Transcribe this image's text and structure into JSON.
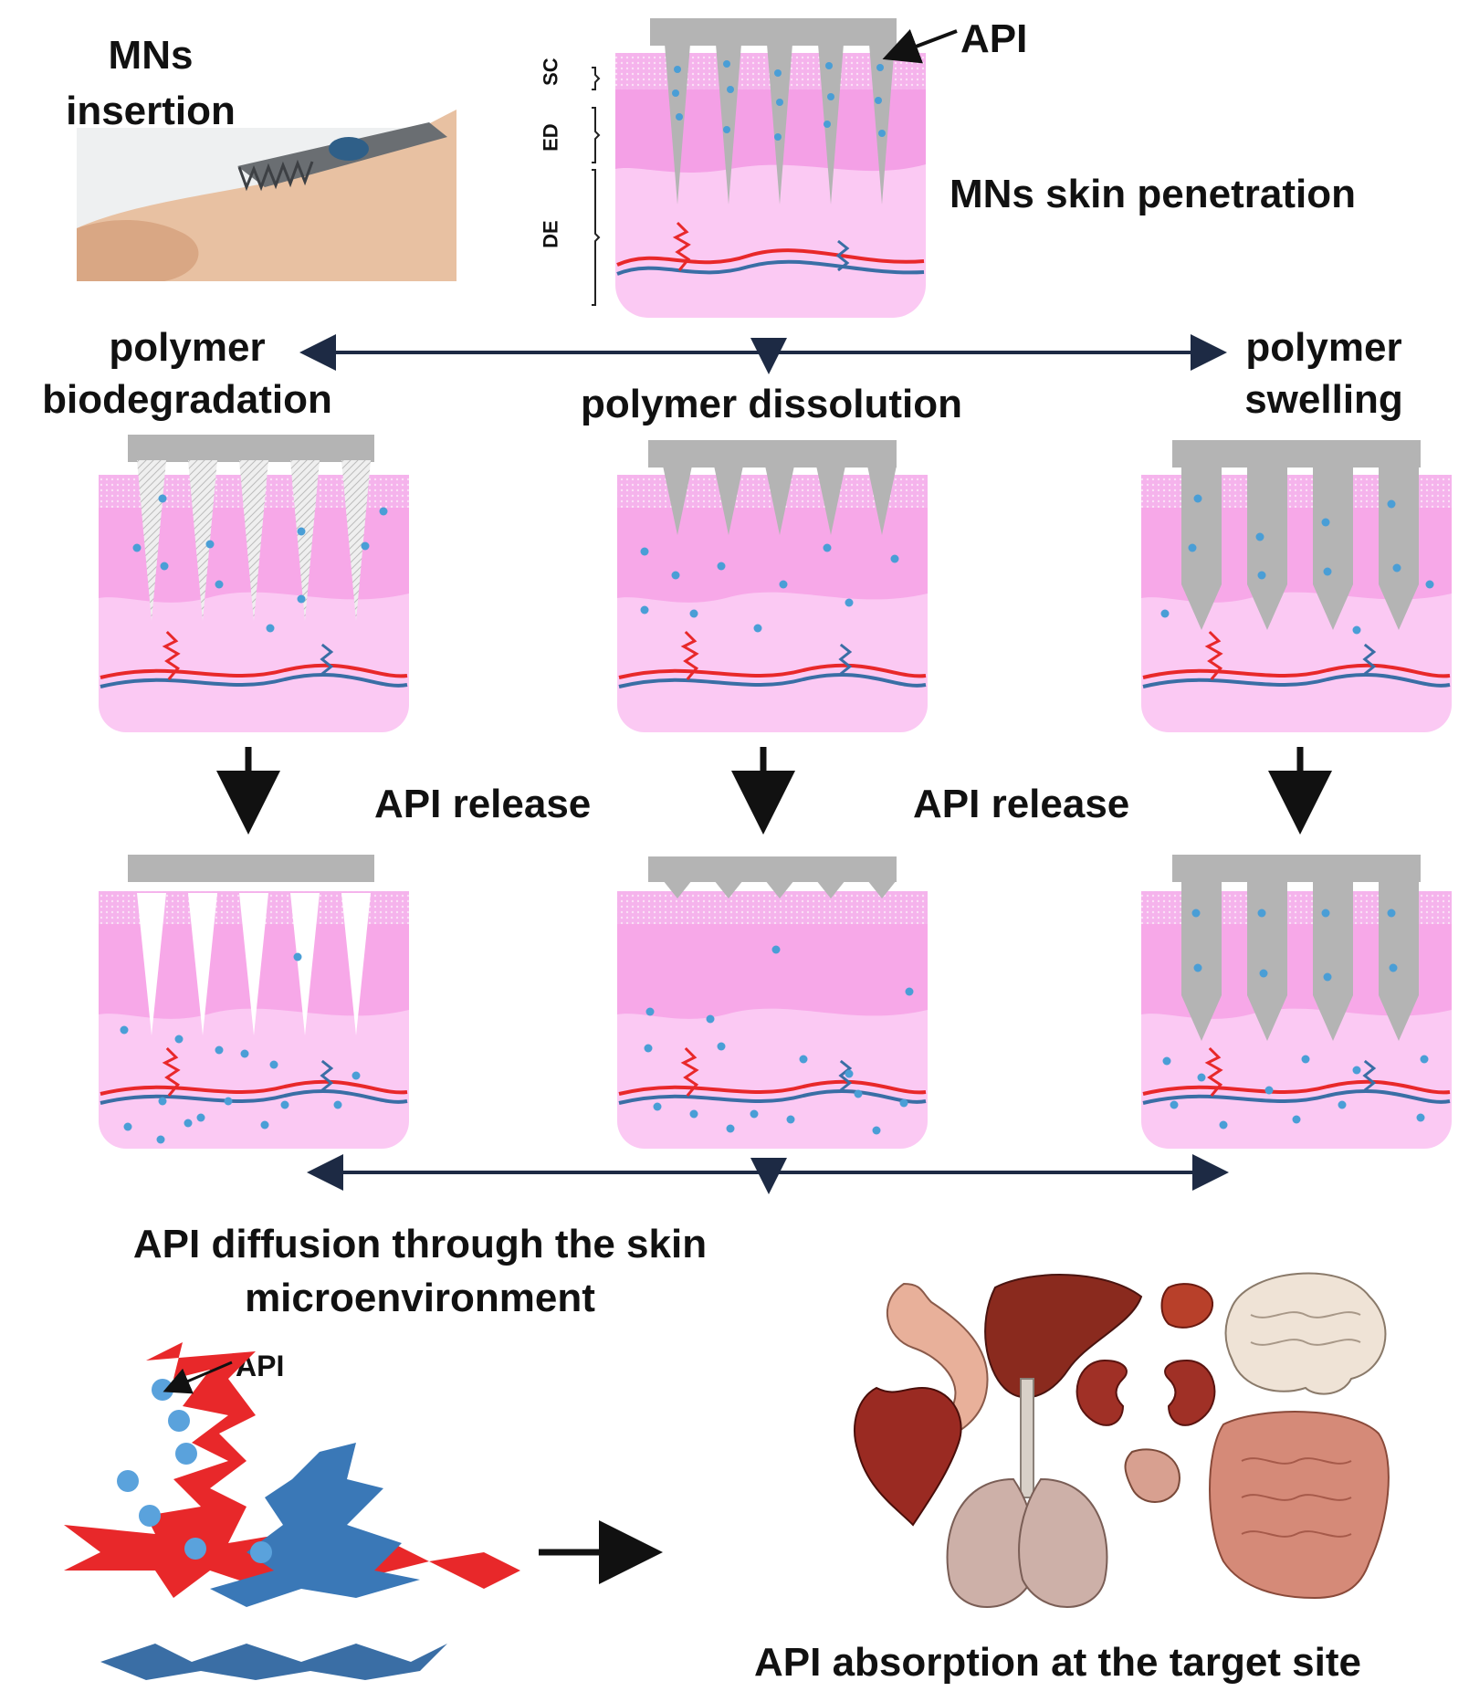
{
  "labels": {
    "mns_insertion": [
      "MNs",
      "insertion"
    ],
    "api_top": "API",
    "mns_skin_penetration": "MNs skin penetration",
    "layer_sc": "SC",
    "layer_ed": "ED",
    "layer_de": "DE",
    "polymer_biodegradation": [
      "polymer",
      "biodegradation"
    ],
    "polymer_dissolution": "polymer dissolution",
    "polymer_swelling": [
      "polymer",
      "swelling"
    ],
    "api_release_left": "API release",
    "api_release_right": "API release",
    "api_diffusion": [
      "API diffusion through the skin",
      "microenvironment"
    ],
    "api_small": "API",
    "api_absorption": "API absorption at the target site"
  },
  "colors": {
    "skin_pink": "#f7a8e8",
    "skin_light": "#fbc9f3",
    "skin_deep": "#e77ad8",
    "needle_gray": "#b4b4b4",
    "api_dot": "#4a9ed6",
    "artery_red": "#e8282a",
    "vein_blue": "#3a6ea5"
  },
  "icons": [
    "hand-patch-photo",
    "stomach-icon",
    "liver-icon",
    "spleen-icon",
    "brain-icon",
    "heart-icon",
    "kidney-icon",
    "lungs-icon",
    "bladder-icon",
    "intestine-icon"
  ]
}
